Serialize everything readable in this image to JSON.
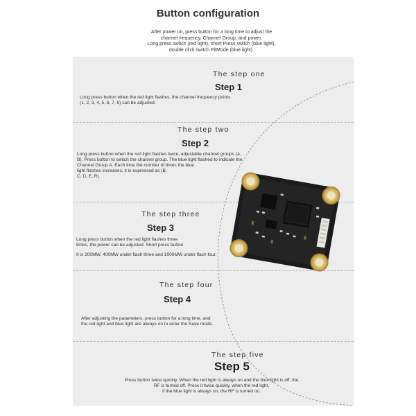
{
  "page": {
    "title": "Button configuration",
    "intro": [
      "After power on, press button for a long time to adjust the",
      "channel frequency, Channel Group, and power.",
      "Long press switch (red light), short Press switch (blue light),",
      "double click switch PitMode (blue light)."
    ]
  },
  "steps": [
    {
      "label": "The step one",
      "name": "Step 1",
      "lines": [
        "Long press button when the red light flashes, the channel frequency points",
        "(1, 2, 3, 4, 5, 6, 7, 8) can be adjusted."
      ]
    },
    {
      "label": "The step two",
      "name": "Step 2",
      "lines": [
        "Long press button when the red light flashes twice, adjustable channel groups (A,",
        "B). Press button to switch the channel group. The blue light flashed to indicate the",
        "Channel Group A. Each time the number of times the blue",
        "light flashes increases, it is expressed as (B,",
        "C, D, E, R)."
      ]
    },
    {
      "label": "The step three",
      "name": "Step 3",
      "lines": [
        "Long press button when the red light flashes three",
        "times, the power can be adjusted. Short press button",
        "It is 200MW, 400MW under flash three and 1000MW under flash four."
      ]
    },
    {
      "label": "The step four",
      "name": "Step 4",
      "lines": [
        "After adjusting the parameters, press button for a long time, and",
        "the red light and blue light are always on to enter the Save mode."
      ]
    },
    {
      "label": "The step five",
      "name": "Step 5",
      "lines": [
        "Press button twice quickly. When the red light is always on and the blue light is off, the",
        "RF is turned off. Press it twice quickly, when the red light,",
        "if the blue light is always on, the RF is turned on."
      ]
    }
  ]
}
